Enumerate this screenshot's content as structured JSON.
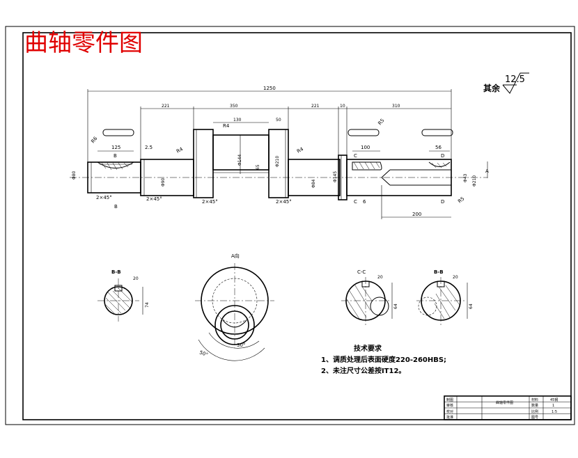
{
  "title": "曲轴零件图",
  "roughness": {
    "label": "其余",
    "value": "12.5"
  },
  "dimensions": {
    "total_length": "1250",
    "seg_221_a": "221",
    "seg_350": "350",
    "seg_221_b": "221",
    "seg_10": "10",
    "seg_310": "310",
    "seg_130": "130",
    "seg_50": "50",
    "seg_125": "125",
    "seg_25": "2.5",
    "seg_100": "100",
    "seg_56": "56",
    "seg_200": "200",
    "r4_a": "R4",
    "r4_b": "R4",
    "r4_c": "R4",
    "r6": "R6",
    "r5_right": "R5",
    "r5_left": "R5",
    "chamfer_a": "2×45°",
    "chamfer_b": "2×45°",
    "chamfer_c": "2×45°",
    "chamfer_d": "2×45°",
    "dia_80": "Φ80",
    "dia_210_a": "Φ210",
    "dia_210_b": "Φ210",
    "dia_144": "Φ144",
    "dia_145": "Φ145",
    "dia_65": "65",
    "dia_84": "Φ84",
    "dia_90": "Φ90",
    "dia_43": "Φ43",
    "val_6": "6"
  },
  "section_labels": {
    "b_left": "B",
    "b_left_bottom": "B",
    "c_top": "C",
    "c_bottom": "C",
    "d_top": "D",
    "d_bottom": "D",
    "a_arrow": "A"
  },
  "sections": {
    "bb_left": {
      "title": "B-B",
      "width_dim": "20",
      "height_dim": "74"
    },
    "a_view": {
      "title": "A向",
      "angle_30": "30°",
      "angle_50": "50°"
    },
    "cc": {
      "title": "C-C",
      "width_dim": "20",
      "height_dim": "64"
    },
    "dd": {
      "title": "B-B",
      "width_dim": "20",
      "height_dim": "64"
    }
  },
  "notes": {
    "heading": "技术要求",
    "item1": "1、调质处理后表面硬度220-260HBS;",
    "item2": "2、未注尺寸公差按IT12。"
  },
  "title_block": {
    "part_name": "曲轴零件图",
    "r1c1": "制图",
    "r2c1": "审核",
    "r3c1": "校对",
    "r4c1": "批准",
    "r1c3": "材料",
    "r1c4": "45钢",
    "r2c3": "数量",
    "r2c4": "1",
    "r3c3": "比例",
    "r3c4": "1:5",
    "r4c3": "图号"
  }
}
